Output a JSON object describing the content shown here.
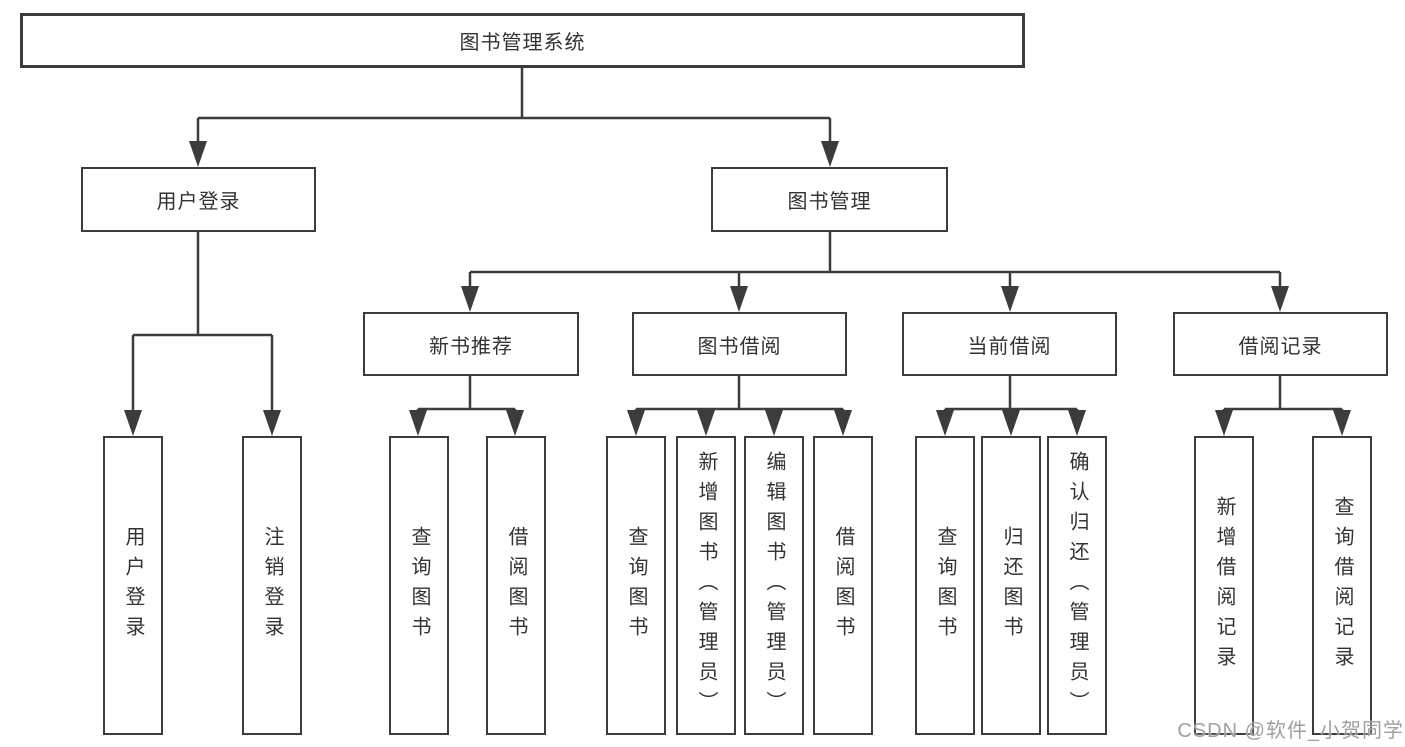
{
  "diagram": {
    "root": "图书管理系统",
    "level1": [
      "用户登录",
      "图书管理"
    ],
    "level2": [
      "新书推荐",
      "图书借阅",
      "当前借阅",
      "借阅记录"
    ],
    "leaves": {
      "user_login": [
        "用户登录",
        "注销登录"
      ],
      "new_book_recommend": [
        "查询图书",
        "借阅图书"
      ],
      "book_borrow": [
        "查询图书",
        "新增图书（管理员）",
        "编辑图书（管理员）",
        "借阅图书"
      ],
      "current_borrow": [
        "查询图书",
        "归还图书",
        "确认归还（管理员）"
      ],
      "borrow_records": [
        "新增借阅记录",
        "查询借阅记录"
      ]
    }
  },
  "watermark": {
    "text": "CSDN @软件_小贺同学",
    "color": "#9f9f9f"
  },
  "colors": {
    "line": "#3c3c3c",
    "box_border": "#3c3c3c",
    "text": "#333333",
    "background": "#ffffff"
  }
}
